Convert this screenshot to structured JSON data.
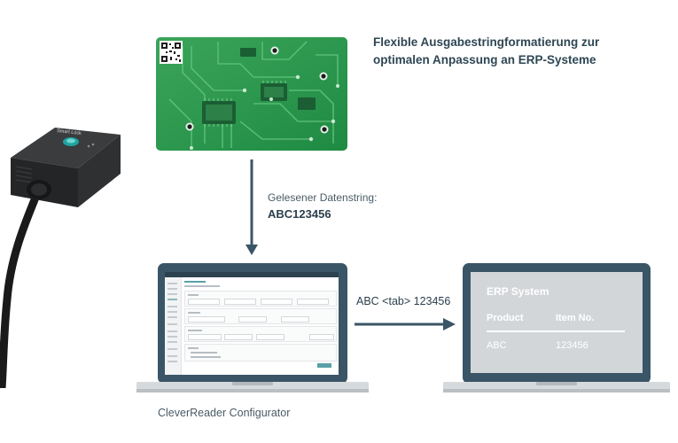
{
  "headline": {
    "line1": "Flexible Ausgabestringformatierung zur",
    "line2": "optimalen Anpassung an ERP-Systeme"
  },
  "data_string": {
    "label": "Gelesener Datenstring:",
    "value": "ABC123456"
  },
  "transfer": {
    "label": "ABC <tab> 123456"
  },
  "configurator": {
    "caption": "CleverReader Configurator"
  },
  "erp": {
    "title": "ERP System",
    "columns": [
      "Product",
      "Item No."
    ],
    "row": [
      "ABC",
      "123456"
    ]
  },
  "scanner": {
    "brand": "Smart Lock"
  },
  "colors": {
    "accent": "#3a5566",
    "pcb_green": "#2f9a4e",
    "scanner_body": "#2d2f31",
    "laptop_frame": "#3a5566",
    "erp_screen": "#d3d6d9",
    "scanner_led": "#1fa3a0"
  },
  "icons": {
    "arrow_down": "arrow-down-icon",
    "arrow_right": "arrow-right-icon",
    "qr": "qr-code-icon"
  }
}
